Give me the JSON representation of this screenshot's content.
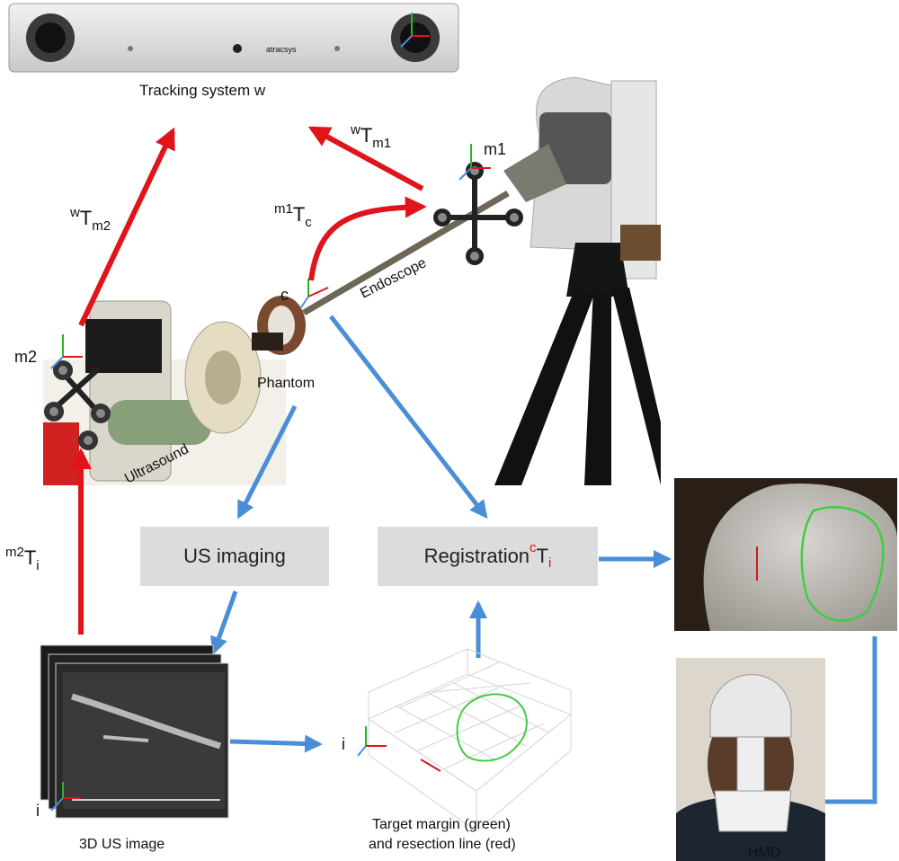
{
  "tracking_label": "Tracking system  w",
  "brand_text": "atracsys",
  "transforms": {
    "w_m1": {
      "sup": "w",
      "base": "T",
      "sub": "m1"
    },
    "w_m2": {
      "sup": "w",
      "base": "T",
      "sub": "m2"
    },
    "m1_c": {
      "sup": "m1",
      "base": "T",
      "sub": "c"
    },
    "m2_i": {
      "sup": "m2",
      "base": "T",
      "sub": "i"
    }
  },
  "frames": {
    "m1": "m1",
    "m2": "m2",
    "c": "c",
    "i_us": "i",
    "i_plot": "i"
  },
  "labels": {
    "endoscope": "Endoscope",
    "phantom": "Phantom",
    "ultrasound": "Ultrasound",
    "us_caption": "3D US image",
    "target_caption_1": "Target margin (green)",
    "target_caption_2": "and resection line (red)",
    "hmd": "HMD"
  },
  "boxes": {
    "us_imaging": "US imaging",
    "registration": {
      "text": "Registration ",
      "sup": "c",
      "base": "T",
      "sub": "i"
    }
  },
  "colors": {
    "red_arrow": "#e0141a",
    "blue_arrow": "#4a8ed8",
    "box": "#dcdcdc",
    "green_contour": "#3fce3f"
  }
}
